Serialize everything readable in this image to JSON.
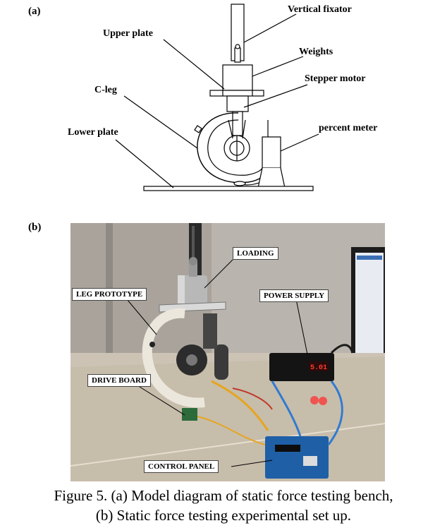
{
  "panel_a": {
    "tag": "(a)",
    "labels": {
      "vertical_fixator": "Vertical fixator",
      "upper_plate": "Upper plate",
      "weights": "Weights",
      "stepper_motor": "Stepper motor",
      "c_leg": "C-leg",
      "percent_meter": "percent meter",
      "lower_plate": "Lower plate"
    }
  },
  "panel_b": {
    "tag": "(b)",
    "labels": {
      "loading": "LOADING",
      "leg_prototype": "LEG PROTOTYPE",
      "power_supply": "POWER SUPPLY",
      "drive_board": "DRIVE BOARD",
      "control_panel": "CONTROL PANEL"
    },
    "display_value": "5.01"
  },
  "caption": {
    "line1": "Figure 5. (a) Model diagram of static force testing bench,",
    "line2": "(b) Static force testing experimental set up."
  }
}
